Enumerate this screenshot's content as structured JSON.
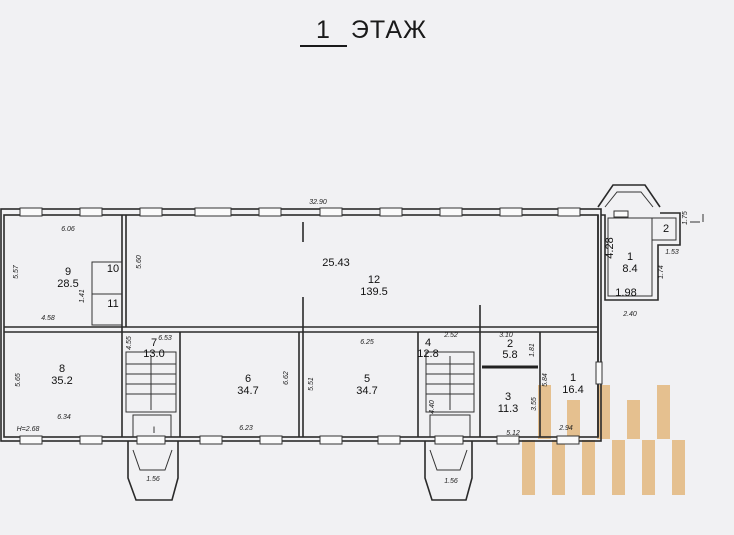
{
  "title": {
    "number": "1",
    "text": "ЭТАЖ"
  },
  "rooms": [
    {
      "id": "9",
      "area": "28.5"
    },
    {
      "id": "10"
    },
    {
      "id": "11"
    },
    {
      "id": "12",
      "area": "139.5"
    },
    {
      "id": "8",
      "area": "35.2"
    },
    {
      "id": "7",
      "area": "13.0"
    },
    {
      "id": "6",
      "area": "34.7"
    },
    {
      "id": "5",
      "area": "34.7"
    },
    {
      "id": "4",
      "area": "12.8"
    },
    {
      "id": "2",
      "area": "5.8"
    },
    {
      "id": "3",
      "area": "11.3"
    },
    {
      "id": "1",
      "area": "16.4"
    },
    {
      "id": "1",
      "area": "8.4"
    },
    {
      "id": "2"
    }
  ],
  "dimensions": {
    "total_length": "32.90",
    "d_25_43": "25.43",
    "d_6_06": "6.06",
    "d_5_57": "5.57",
    "d_5_60": "5.60",
    "d_4_58": "4.58",
    "d_1_41": "1.41",
    "d_4_55": "4.55",
    "d_6_53": "6.53",
    "d_5_65": "5.65",
    "d_6_34": "6.34",
    "height": "H=2.68",
    "d_6_62": "6.62",
    "d_5_51": "5.51",
    "d_6_23": "6.23",
    "d_6_25": "6.25",
    "d_2_52": "2.52",
    "d_3_10": "3.10",
    "d_1_81": "1.81",
    "d_5_84": "5.84",
    "d_3_55": "3.55",
    "d_5_12": "5.12",
    "d_2_94": "2.94",
    "d_4_40": "4.40",
    "porch_left": "1.56",
    "porch_right": "1.56",
    "d_2_40": "2.40",
    "d_1_53": "1.53",
    "d_1_74": "1.74",
    "d_1_75": "1.75",
    "d_4_28": "4.28",
    "d_1_98": "1.98"
  },
  "stair_mark": "I",
  "colors": {
    "line": "#2a2a2a",
    "paper": "#f1f1f3",
    "watermark": "#e3b77c"
  }
}
